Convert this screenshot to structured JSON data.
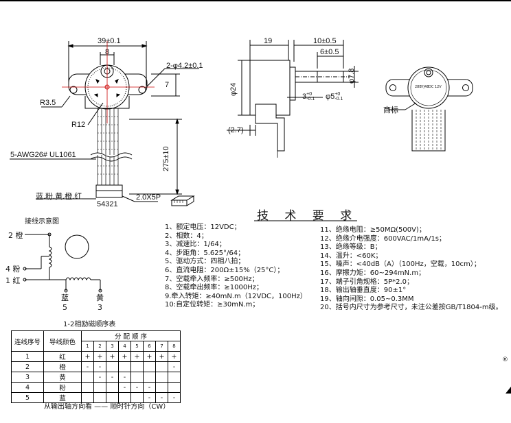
{
  "front_view": {
    "width_dim": "39±0.1",
    "center_dim": "8",
    "hole_dim": "2-φ4.2±0.1",
    "ear_height_dim": "7",
    "ear_radius": "R3.5",
    "body_radius": "R12",
    "wire_spec": "5-AWG26# UL1061",
    "wire_length_dim": "275±10",
    "wire_colors": "蓝.粉.黄.橙.红",
    "pin_numbers": "54321",
    "connector_pitch": "2.0X5P"
  },
  "side_view": {
    "body_depth": "19",
    "shaft_length": "10±0.5",
    "flat_length": "6±0.5",
    "shaft_flat": "φ7.8",
    "body_diameter": "φ24",
    "boss_tol": "3",
    "boss_tol_upper": "+0",
    "boss_tol_lower": "-0.1",
    "shaft_tol": "φ5",
    "shaft_tol_upper": "+0",
    "shaft_tol_lower": "-0.1",
    "ref_dim": "(2.7)"
  },
  "label_view": {
    "trademark_label": "商标",
    "model": "28BYJ48",
    "voltage": "DC 12V"
  },
  "wiring": {
    "title": "接线示意图",
    "caption": "1-2相励磁顺序表",
    "pins": [
      {
        "num": "2",
        "color": "橙"
      },
      {
        "num": "4",
        "color": "粉"
      },
      {
        "num": "1",
        "color": "红"
      },
      {
        "color": "蓝",
        "num": "5"
      },
      {
        "color": "黄",
        "num": "3"
      }
    ]
  },
  "specs_title": "技 术 要 求",
  "specs_left": [
    "1、额定电压：12VDC；",
    "2、相数：4；",
    "3、减速比：1/64；",
    "4、步距角：5.625°/64；",
    "5、驱动方式：四相八拍；",
    "6、直流电阻：200Ω±15%（25°C）；",
    "7、空载牵入频率：≥500Hz；",
    "8、空载牵出频率：≥1000Hz；",
    "9.牵入转矩：≥40mN.m（12VDC，100Hz）",
    "10:自定位转矩：≥30mN.m；"
  ],
  "specs_right": [
    "11、绝缘电阻：≥50MΩ(500V)；",
    "12、绝缘介电强度：600VAC/1mA/1s；",
    "13、绝缘等级：B；",
    "14、温升：<60K；",
    "15、噪声：<40dB（A）（100Hz，空载，10cm）；",
    "16、摩擦力矩：60~294mN.m；",
    "17、端子引角规格：5P*2.0；",
    "18、输出轴垂直度：90±1°",
    "19、轴向间隙：0.05~0.3MM",
    "20、括号内尺寸为参考尺寸，未注公差按GB/T1804-m级。"
  ],
  "sequence_table": {
    "col_seq": "连线序号",
    "col_color": "导线颜色",
    "col_dist": "分 配 顺 序",
    "steps": [
      "1",
      "2",
      "3",
      "4",
      "5",
      "6",
      "7",
      "8"
    ],
    "rows": [
      {
        "seq": "1",
        "color": "红",
        "cells": [
          "+",
          "+",
          "+",
          "+",
          "+",
          "+",
          "+",
          "+"
        ]
      },
      {
        "seq": "2",
        "color": "橙",
        "cells": [
          "-",
          "-",
          "",
          "",
          "",
          "",
          "",
          "-"
        ]
      },
      {
        "seq": "3",
        "color": "黄",
        "cells": [
          "",
          "-",
          "-",
          "-",
          "",
          "",
          "",
          ""
        ]
      },
      {
        "seq": "4",
        "color": "粉",
        "cells": [
          "",
          "",
          "",
          "-",
          "-",
          "-",
          "",
          ""
        ]
      },
      {
        "seq": "5",
        "color": "蓝",
        "cells": [
          "",
          "",
          "",
          "",
          "",
          "-",
          "-",
          "-"
        ]
      }
    ],
    "footer": "从输出轴方向看 —— 顺时针方向（CW）"
  },
  "registered_mark": "®"
}
